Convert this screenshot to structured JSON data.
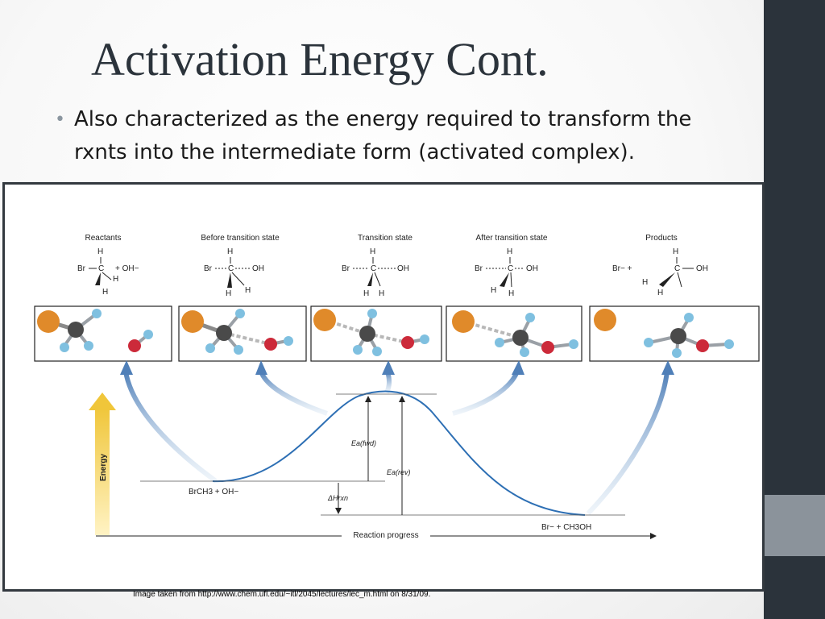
{
  "slide": {
    "title": "Activation Energy Cont.",
    "bullet": "Also characterized as the energy required to transform the rxnts into the intermediate form (activated complex).",
    "caption": "Image taken from http://www.chem.ufl.edu/~itl/2045/lectures/lec_m.html on 8/31/09."
  },
  "diagram": {
    "stages": [
      "Reactants",
      "Before transition state",
      "Transition state",
      "After transition state",
      "Products"
    ],
    "formulas": {
      "reactants": {
        "left": "Br",
        "atom": "C",
        "extra": "+ OH−",
        "h": "H"
      },
      "before": {
        "left": "Br",
        "atom": "C",
        "right": "OH",
        "h": "H"
      },
      "transition": {
        "left": "Br",
        "atom": "C",
        "right": "OH",
        "h": "H"
      },
      "after": {
        "left": "Br",
        "atom": "C",
        "right": "OH",
        "h": "H"
      },
      "products": {
        "left": "Br− +",
        "atom": "C",
        "right": "OH",
        "h": "H"
      }
    },
    "energy_label": "Energy",
    "reactants_label": "BrCH3 + OH−",
    "products_label": "Br− + CH3OH",
    "ea_fwd_label": "Ea(fwd)",
    "ea_rev_label": "Ea(rev)",
    "dh_label": "ΔHrxn",
    "x_axis_label": "Reaction progress",
    "colors": {
      "bromine": "#e08a2a",
      "carbon": "#4a4a4a",
      "hydrogen": "#7fc0e0",
      "oxygen": "#cc2a3a",
      "curve": "#2d6fb4",
      "energy_arrow": "#f0c63a"
    }
  }
}
